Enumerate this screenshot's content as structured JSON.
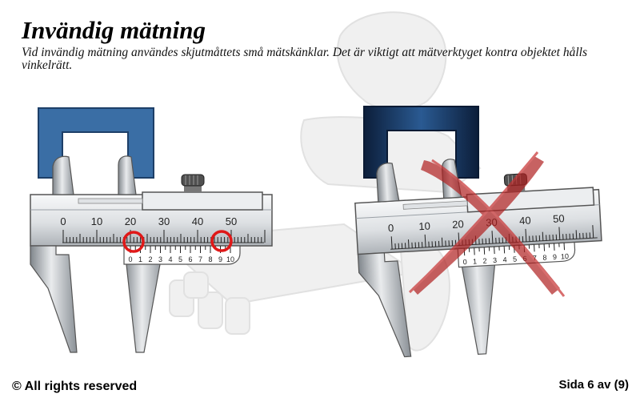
{
  "page": {
    "title": "Invändig mätning",
    "body": "Vid invändig mätning användes skjutmåttets små mätskänklar. Det är viktigt att mätverktyget kontra objektet hålls vinkelrätt.",
    "copyright": "© All rights reserved",
    "page_indicator": "Sida 6 av (9)"
  },
  "caliper": {
    "main_scale_labels": [
      "0",
      "10",
      "20",
      "30",
      "40",
      "50"
    ],
    "vernier_labels": [
      "0",
      "1",
      "2",
      "3",
      "4",
      "5",
      "6",
      "7",
      "8",
      "9",
      "10"
    ]
  },
  "colors": {
    "object_blue": "#3a6ea5",
    "object_dark": "#0c1e3a",
    "highlight_red": "#e01818",
    "cross_red": "#b02020",
    "steel_light": "#eef0f2",
    "steel_dark": "#8a9096"
  },
  "icons": [
    "wrong-cross-icon",
    "highlight-circle-icon",
    "thumb-screw-icon"
  ]
}
